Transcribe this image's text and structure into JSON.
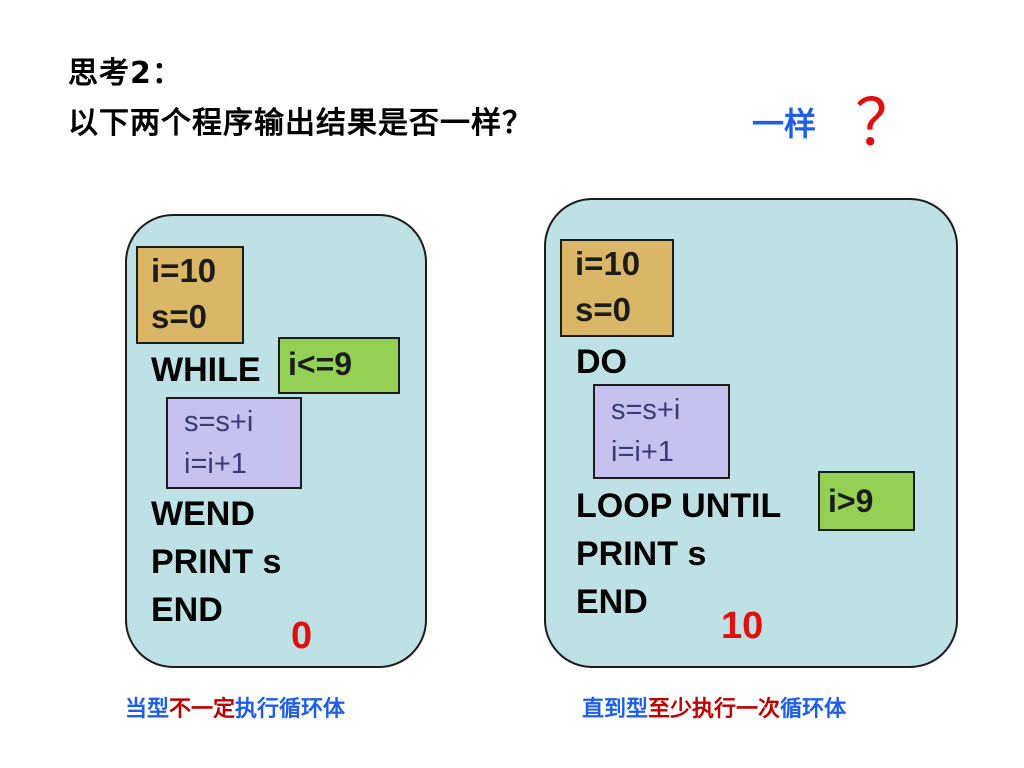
{
  "heading": {
    "line1": "思考2：",
    "line2": "以下两个程序输出结果是否一样？"
  },
  "answer": {
    "text": "一样",
    "mark": "？"
  },
  "left_program": {
    "init": [
      "i=10",
      "s=0"
    ],
    "loop_keyword": "WHILE",
    "condition": "i<=9",
    "body": [
      "s=s+i",
      "i=i+1"
    ],
    "after": [
      "WEND",
      "PRINT s",
      "END"
    ],
    "result": "0"
  },
  "right_program": {
    "init": [
      "i=10",
      "s=0"
    ],
    "loop_keyword": "DO",
    "body": [
      "s=s+i",
      "i=i+1"
    ],
    "until_keyword": "LOOP UNTIL",
    "condition": "i>9",
    "after": [
      "PRINT s",
      "END"
    ],
    "result": "10"
  },
  "captions": {
    "left": {
      "part1": "当型",
      "part2": "不一定",
      "part3": "执行",
      "part4": "循环体"
    },
    "right": {
      "part1": "直到型",
      "part2": "至少",
      "part3": "执行",
      "part4": "一次",
      "part5": "循环体"
    }
  },
  "colors": {
    "blue": "#1f5fe8",
    "red": "#e01010",
    "dark_red": "#c00000",
    "panel": "#bde1e4",
    "init_box": "#dab766",
    "body_box": "#c6c1ef",
    "cond_box": "#93d054"
  }
}
